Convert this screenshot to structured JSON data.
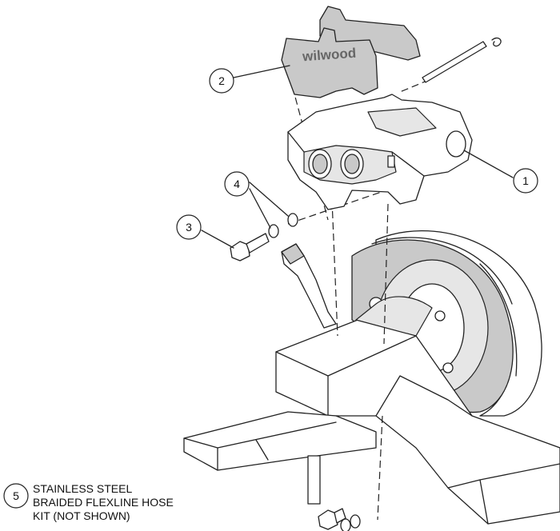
{
  "callouts": [
    {
      "number": "1",
      "part": "caliper"
    },
    {
      "number": "2",
      "part": "brake-pads"
    },
    {
      "number": "3",
      "part": "mounting-bolt"
    },
    {
      "number": "4",
      "part": "washers"
    },
    {
      "number": "5",
      "part": "flexline-hose-kit"
    }
  ],
  "pad_logo": "wilwood",
  "note": {
    "lines": [
      "STAINLESS STEEL",
      "BRAIDED FLEXLINE HOSE",
      "KIT (NOT SHOWN)"
    ]
  }
}
